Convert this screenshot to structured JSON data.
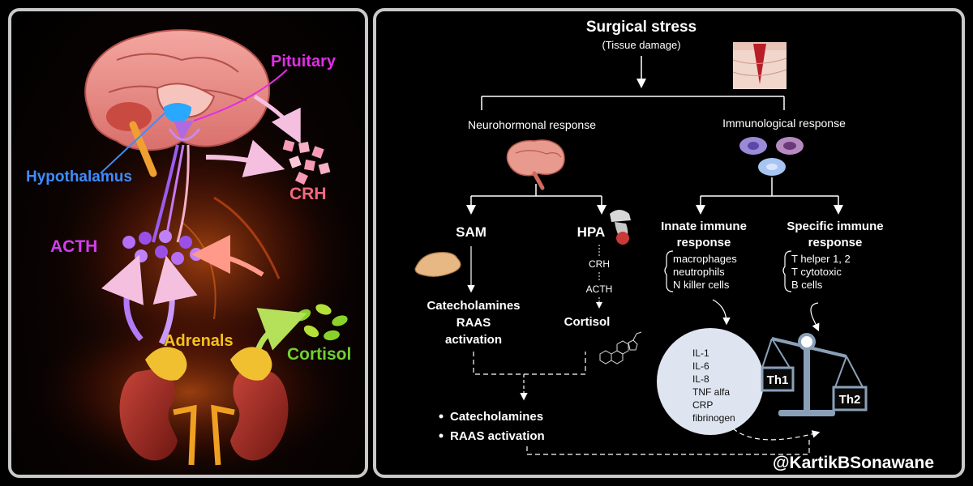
{
  "left": {
    "labels": {
      "pituitary": "Pituitary",
      "hypothalamus": "Hypothalamus",
      "crh": "CRH",
      "acth": "ACTH",
      "adrenals": "Adrenals",
      "cortisol": "Cortisol"
    },
    "colors": {
      "pituitary": "#e02ee6",
      "hypothalamus": "#3f8cff",
      "crh": "#f06a80",
      "acth": "#d43cf0",
      "adrenals": "#f2c21a",
      "cortisol": "#6fd130"
    }
  },
  "right": {
    "title": "Surgical stress",
    "subtitle": "(Tissue damage)",
    "neuro": {
      "heading": "Neurohormonal response",
      "sam": "SAM",
      "hpa": "HPA",
      "crh": "CRH",
      "acth": "ACTH",
      "cortisol": "Cortisol",
      "sam_result": [
        "Catecholamines",
        "RAAS",
        "activation"
      ],
      "bullets": [
        "Catecholamines",
        "RAAS activation"
      ]
    },
    "immuno": {
      "heading": "Immunological response",
      "innate_title": [
        "Innate immune",
        "response"
      ],
      "innate_items": [
        "macrophages",
        "neutrophils",
        "N killer cells"
      ],
      "specific_title": [
        "Specific immune",
        "response"
      ],
      "specific_items": [
        "T helper 1, 2",
        "T cytotoxic",
        "B cells"
      ],
      "cytokines": [
        "IL-1",
        "IL-6",
        "IL-8",
        "TNF alfa",
        "CRP",
        "fibrinogen"
      ],
      "th1": "Th1",
      "th2": "Th2"
    },
    "watermark": "@KartikBSonawane"
  }
}
